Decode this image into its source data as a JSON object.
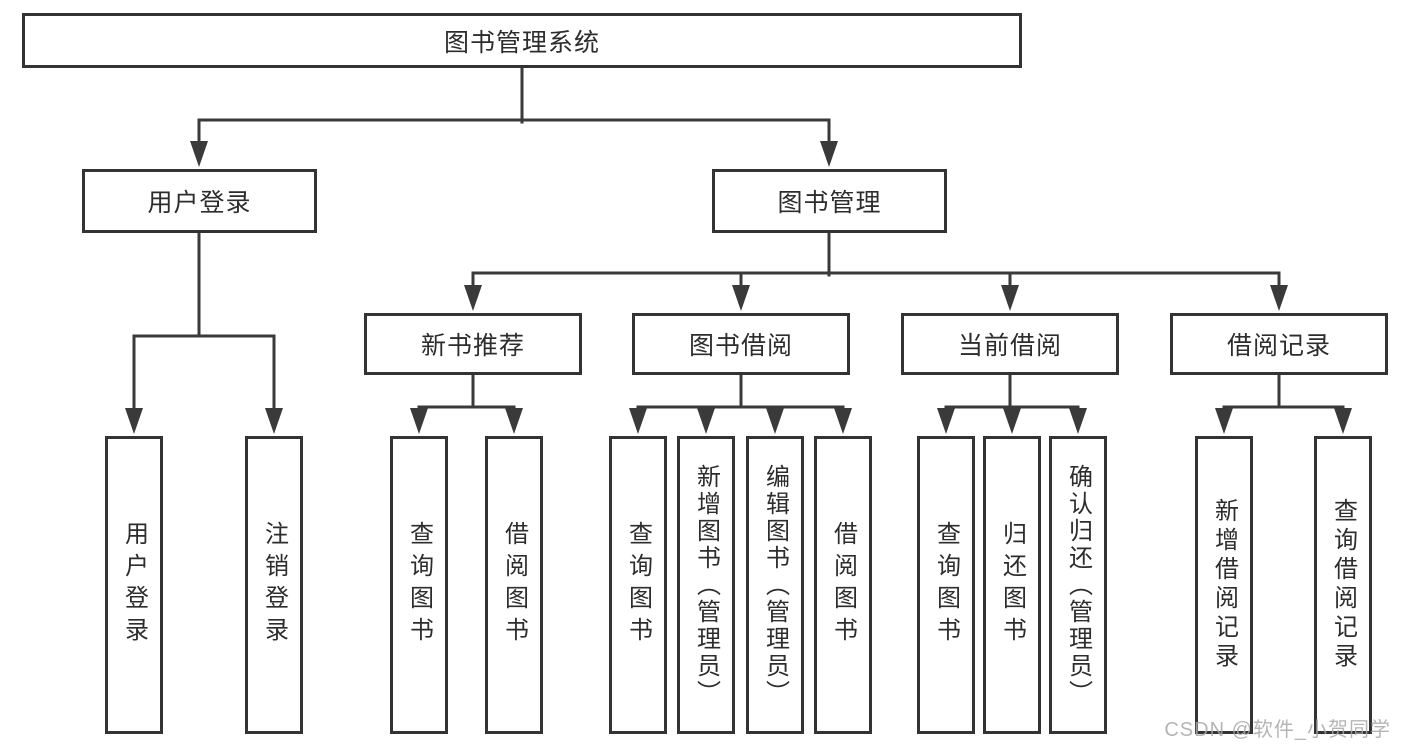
{
  "colors": {
    "background": "#ffffff",
    "line": "#3a3a3a",
    "box_border": "#333333",
    "text": "#2d2d2d",
    "watermark": "#a8a8a8"
  },
  "tree": {
    "root": {
      "label": "图书管理系统"
    },
    "children": [
      {
        "label": "用户登录",
        "children": [
          {
            "label": "用户登录"
          },
          {
            "label": "注销登录"
          }
        ]
      },
      {
        "label": "图书管理",
        "children": [
          {
            "label": "新书推荐",
            "children": [
              {
                "label": "查询图书"
              },
              {
                "label": "借阅图书"
              }
            ]
          },
          {
            "label": "图书借阅",
            "children": [
              {
                "label": "查询图书"
              },
              {
                "label": "新增图书（管理员）"
              },
              {
                "label": "编辑图书（管理员）"
              },
              {
                "label": "借阅图书"
              }
            ]
          },
          {
            "label": "当前借阅",
            "children": [
              {
                "label": "查询图书"
              },
              {
                "label": "归还图书"
              },
              {
                "label": "确认归还（管理员）"
              }
            ]
          },
          {
            "label": "借阅记录",
            "children": [
              {
                "label": "新增借阅记录"
              },
              {
                "label": "查询借阅记录"
              }
            ]
          }
        ]
      }
    ]
  },
  "watermark": {
    "text": "CSDN @软件_小贺同学"
  }
}
